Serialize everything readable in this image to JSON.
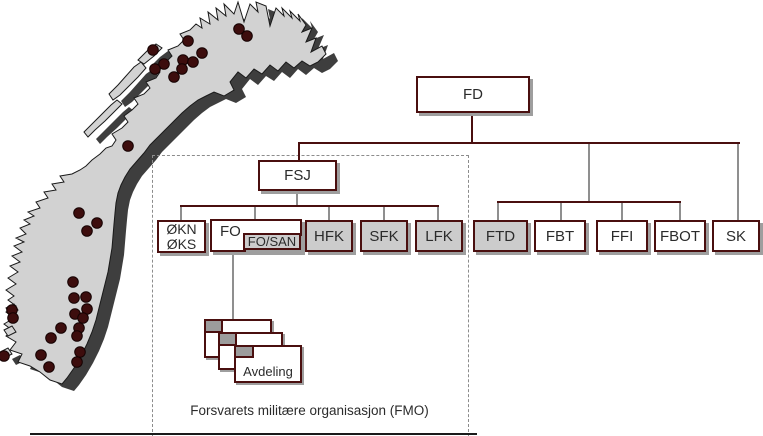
{
  "org_chart": {
    "root": {
      "label": "FD"
    },
    "fmo": {
      "caption": "Forsvarets militære organisasjon (FMO)",
      "fsj": {
        "label": "FSJ"
      },
      "units": {
        "okn_oks": {
          "line1": "ØKN",
          "line2": "ØKS"
        },
        "fo": {
          "label": "FO",
          "sub": "FO/SAN"
        },
        "hfk": "HFK",
        "sfk": "SFK",
        "lfk": "LFK"
      },
      "avdeling": {
        "label": "Avdeling"
      }
    },
    "fd_units": {
      "ftd": "FTD",
      "fbt": "FBT",
      "ffi": "FFI",
      "fbot": "FBOT",
      "sk": "SK"
    }
  },
  "map": {
    "name": "norway-map-with-base-locations",
    "land_color": "#d2d2d2",
    "shadow_color": "#3e3e3e",
    "dot_color": "#3d0d0d",
    "dots": [
      [
        239,
        29
      ],
      [
        247,
        36
      ],
      [
        188,
        41
      ],
      [
        153,
        50
      ],
      [
        202,
        53
      ],
      [
        183,
        60
      ],
      [
        193,
        62
      ],
      [
        164,
        64
      ],
      [
        155,
        69
      ],
      [
        182,
        69
      ],
      [
        174,
        77
      ],
      [
        128,
        146
      ],
      [
        79,
        213
      ],
      [
        97,
        223
      ],
      [
        87,
        231
      ],
      [
        73,
        282
      ],
      [
        86,
        297
      ],
      [
        74,
        298
      ],
      [
        87,
        309
      ],
      [
        12,
        310
      ],
      [
        75,
        314
      ],
      [
        13,
        318
      ],
      [
        83,
        318
      ],
      [
        61,
        328
      ],
      [
        79,
        328
      ],
      [
        77,
        336
      ],
      [
        51,
        338
      ],
      [
        80,
        352
      ],
      [
        41,
        355
      ],
      [
        4,
        356
      ],
      [
        77,
        362
      ],
      [
        49,
        367
      ]
    ]
  },
  "colors": {
    "box_border": "#4a0f0f",
    "shaded_fill": "#cccccc",
    "connector_horizontal": "#4a0f0f",
    "connector_vertical": "#8f8f8f",
    "box_shadow": "#9e9e9e",
    "dashed_border": "#8c8c8c"
  }
}
